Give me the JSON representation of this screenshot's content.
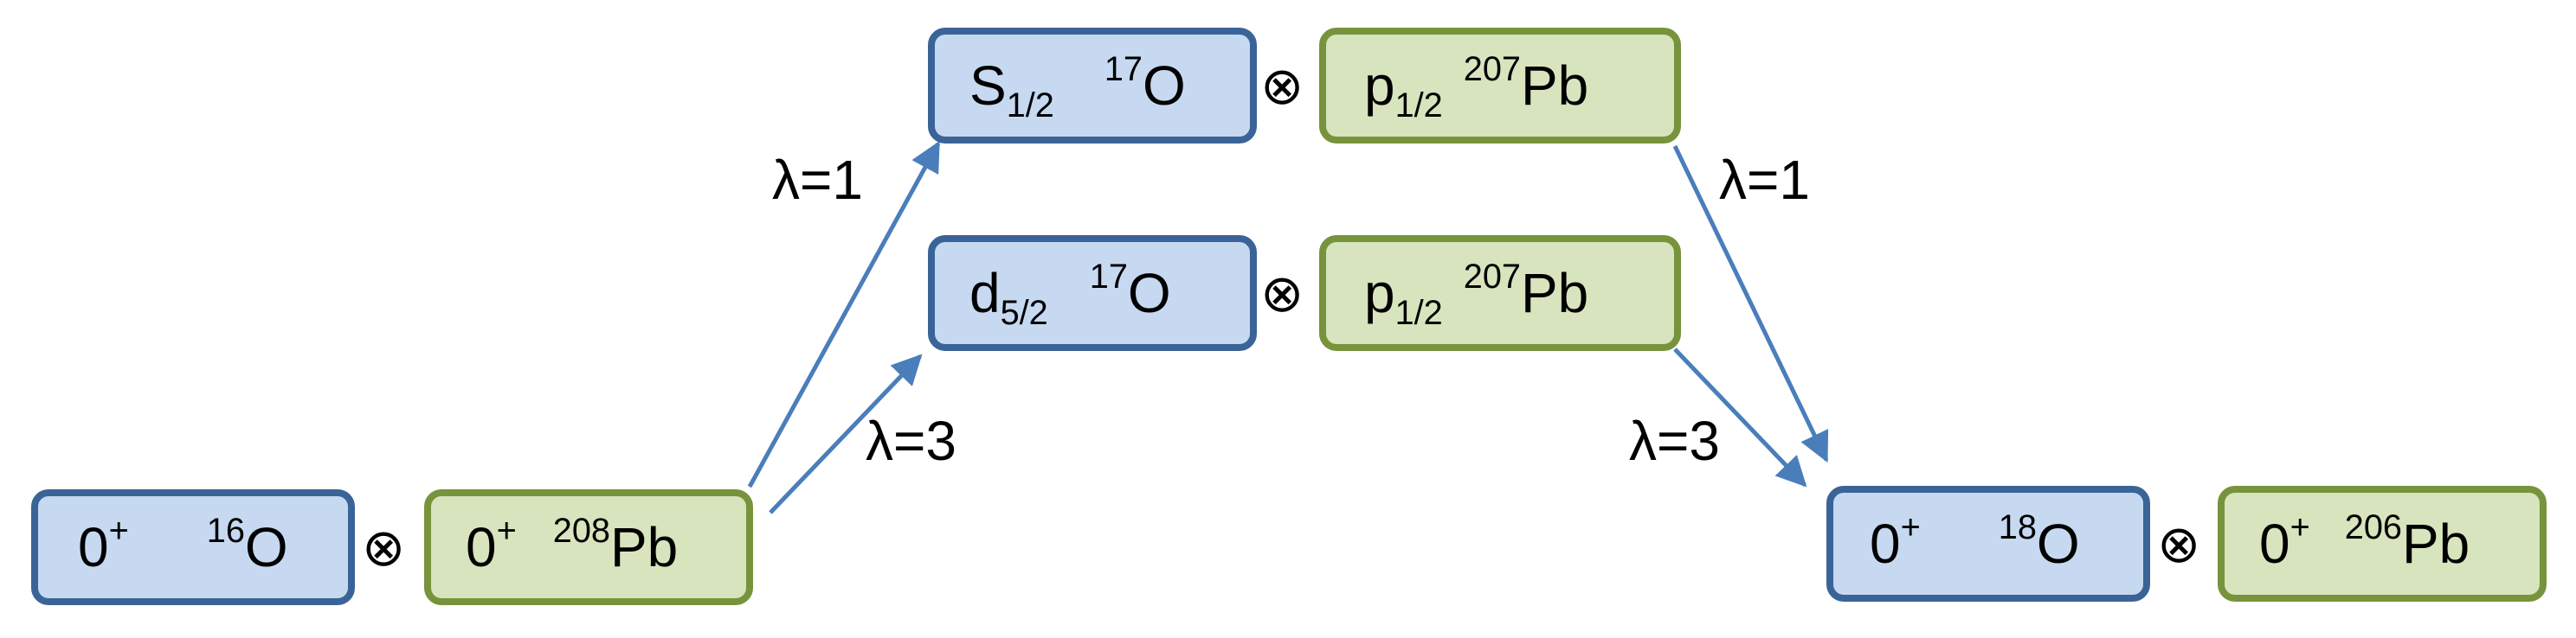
{
  "colors": {
    "blue_fill": "#c6d9f1",
    "blue_border": "#3a6497",
    "green_fill": "#d7e4bd",
    "green_border": "#77933c",
    "arrow": "#4a7ebb"
  },
  "coupling_symbol": "⊗",
  "initial": {
    "projectile": {
      "spin": "0",
      "parity": "+",
      "mass": "16",
      "element": "O"
    },
    "target": {
      "spin": "0",
      "parity": "+",
      "mass": "208",
      "element": "Pb"
    }
  },
  "intermediate_upper": {
    "projectile": {
      "orbital": "S",
      "j": "1/2",
      "mass": "17",
      "element": "O"
    },
    "target": {
      "orbital": "p",
      "j": "1/2",
      "mass": "207",
      "element": "Pb"
    }
  },
  "intermediate_lower": {
    "projectile": {
      "orbital": "d",
      "j": "5/2",
      "mass": "17",
      "element": "O"
    },
    "target": {
      "orbital": "p",
      "j": "1/2",
      "mass": "207",
      "element": "Pb"
    }
  },
  "final": {
    "projectile": {
      "spin": "0",
      "parity": "+",
      "mass": "18",
      "element": "O"
    },
    "target": {
      "spin": "0",
      "parity": "+",
      "mass": "206",
      "element": "Pb"
    }
  },
  "transitions": {
    "up_left": "λ=1",
    "low_left": "λ=3",
    "up_right": "λ=1",
    "low_right": "λ=3"
  }
}
